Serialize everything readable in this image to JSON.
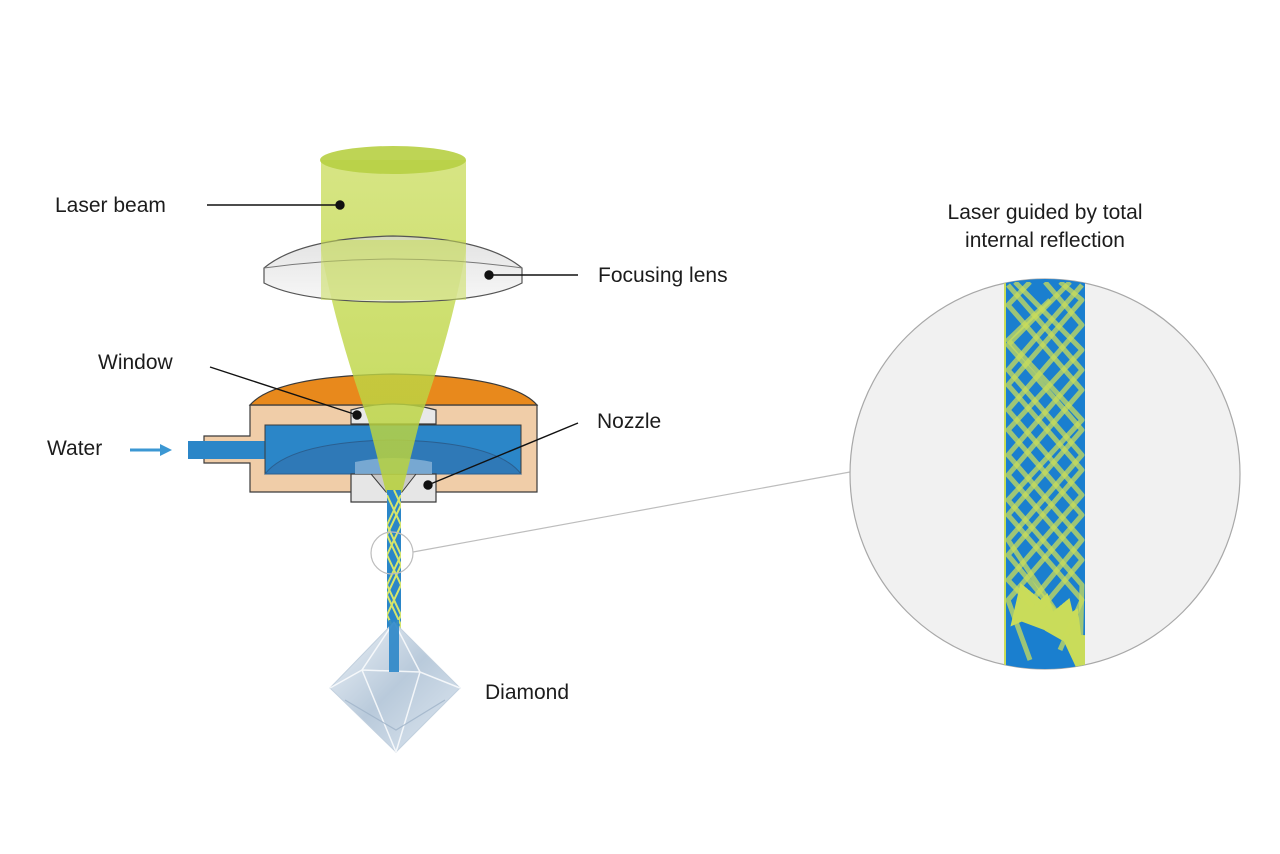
{
  "labels": {
    "laser_beam": "Laser beam",
    "focusing_lens": "Focusing lens",
    "window": "Window",
    "water": "Water",
    "nozzle": "Nozzle",
    "diamond": "Diamond",
    "inset_line1": "Laser guided by total",
    "inset_line2": "internal reflection"
  },
  "colors": {
    "laser": "#c9dc5a",
    "water": "#2b86c8",
    "housing": "#f0cda8",
    "housing_cap": "#e8891c",
    "inset_background": "#f1f1f1",
    "water_arrow": "#3b97d3"
  },
  "icons": {
    "water_inflow": "arrow-right-icon",
    "diamond": "diamond-icon"
  }
}
